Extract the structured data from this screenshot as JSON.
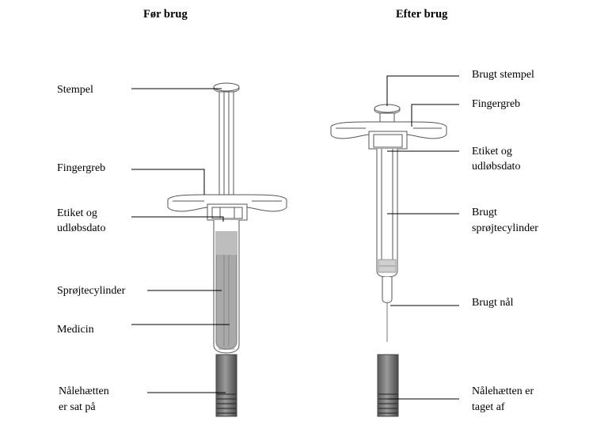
{
  "before": {
    "title": "Før brug",
    "labels": {
      "plunger": "Stempel",
      "finger_grip": "Fingergreb",
      "label_expiry_1": "Etiket og",
      "label_expiry_2": "udløbsdato",
      "barrel": "Sprøjtecylinder",
      "medicine": "Medicin",
      "cap_on_1": "Nålehætten",
      "cap_on_2": "er sat på"
    }
  },
  "after": {
    "title": "Efter brug",
    "labels": {
      "used_plunger": "Brugt stempel",
      "finger_grip": "Fingergreb",
      "label_expiry_1": "Etiket og",
      "label_expiry_2": "udløbsdato",
      "used_barrel_1": "Brugt",
      "used_barrel_2": "sprøjtecylinder",
      "used_needle": "Brugt nål",
      "cap_off_1": "Nålehætten er",
      "cap_off_2": "taget af"
    }
  }
}
